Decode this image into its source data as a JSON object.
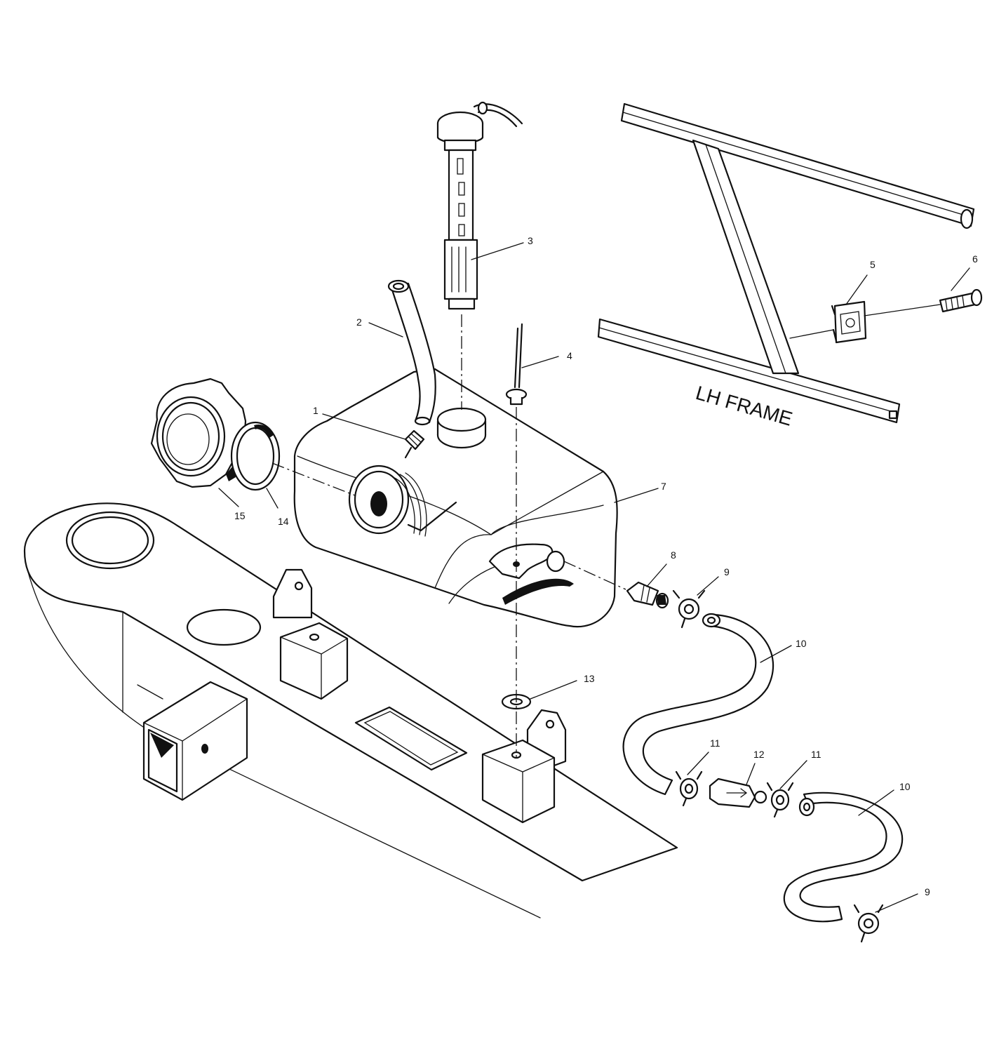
{
  "diagram": {
    "frame_label": "LH FRAME",
    "callouts": [
      {
        "id": "c1",
        "text": "1"
      },
      {
        "id": "c2",
        "text": "2"
      },
      {
        "id": "c3",
        "text": "3"
      },
      {
        "id": "c4",
        "text": "4"
      },
      {
        "id": "c5",
        "text": "5"
      },
      {
        "id": "c6",
        "text": "6"
      },
      {
        "id": "c7",
        "text": "7"
      },
      {
        "id": "c8",
        "text": "8"
      },
      {
        "id": "c9a",
        "text": "9"
      },
      {
        "id": "c10a",
        "text": "10"
      },
      {
        "id": "c11a",
        "text": "11"
      },
      {
        "id": "c12",
        "text": "12"
      },
      {
        "id": "c11b",
        "text": "11"
      },
      {
        "id": "c10b",
        "text": "10"
      },
      {
        "id": "c9b",
        "text": "9"
      },
      {
        "id": "c13",
        "text": "13"
      },
      {
        "id": "c14",
        "text": "14"
      },
      {
        "id": "c15",
        "text": "15"
      }
    ]
  }
}
